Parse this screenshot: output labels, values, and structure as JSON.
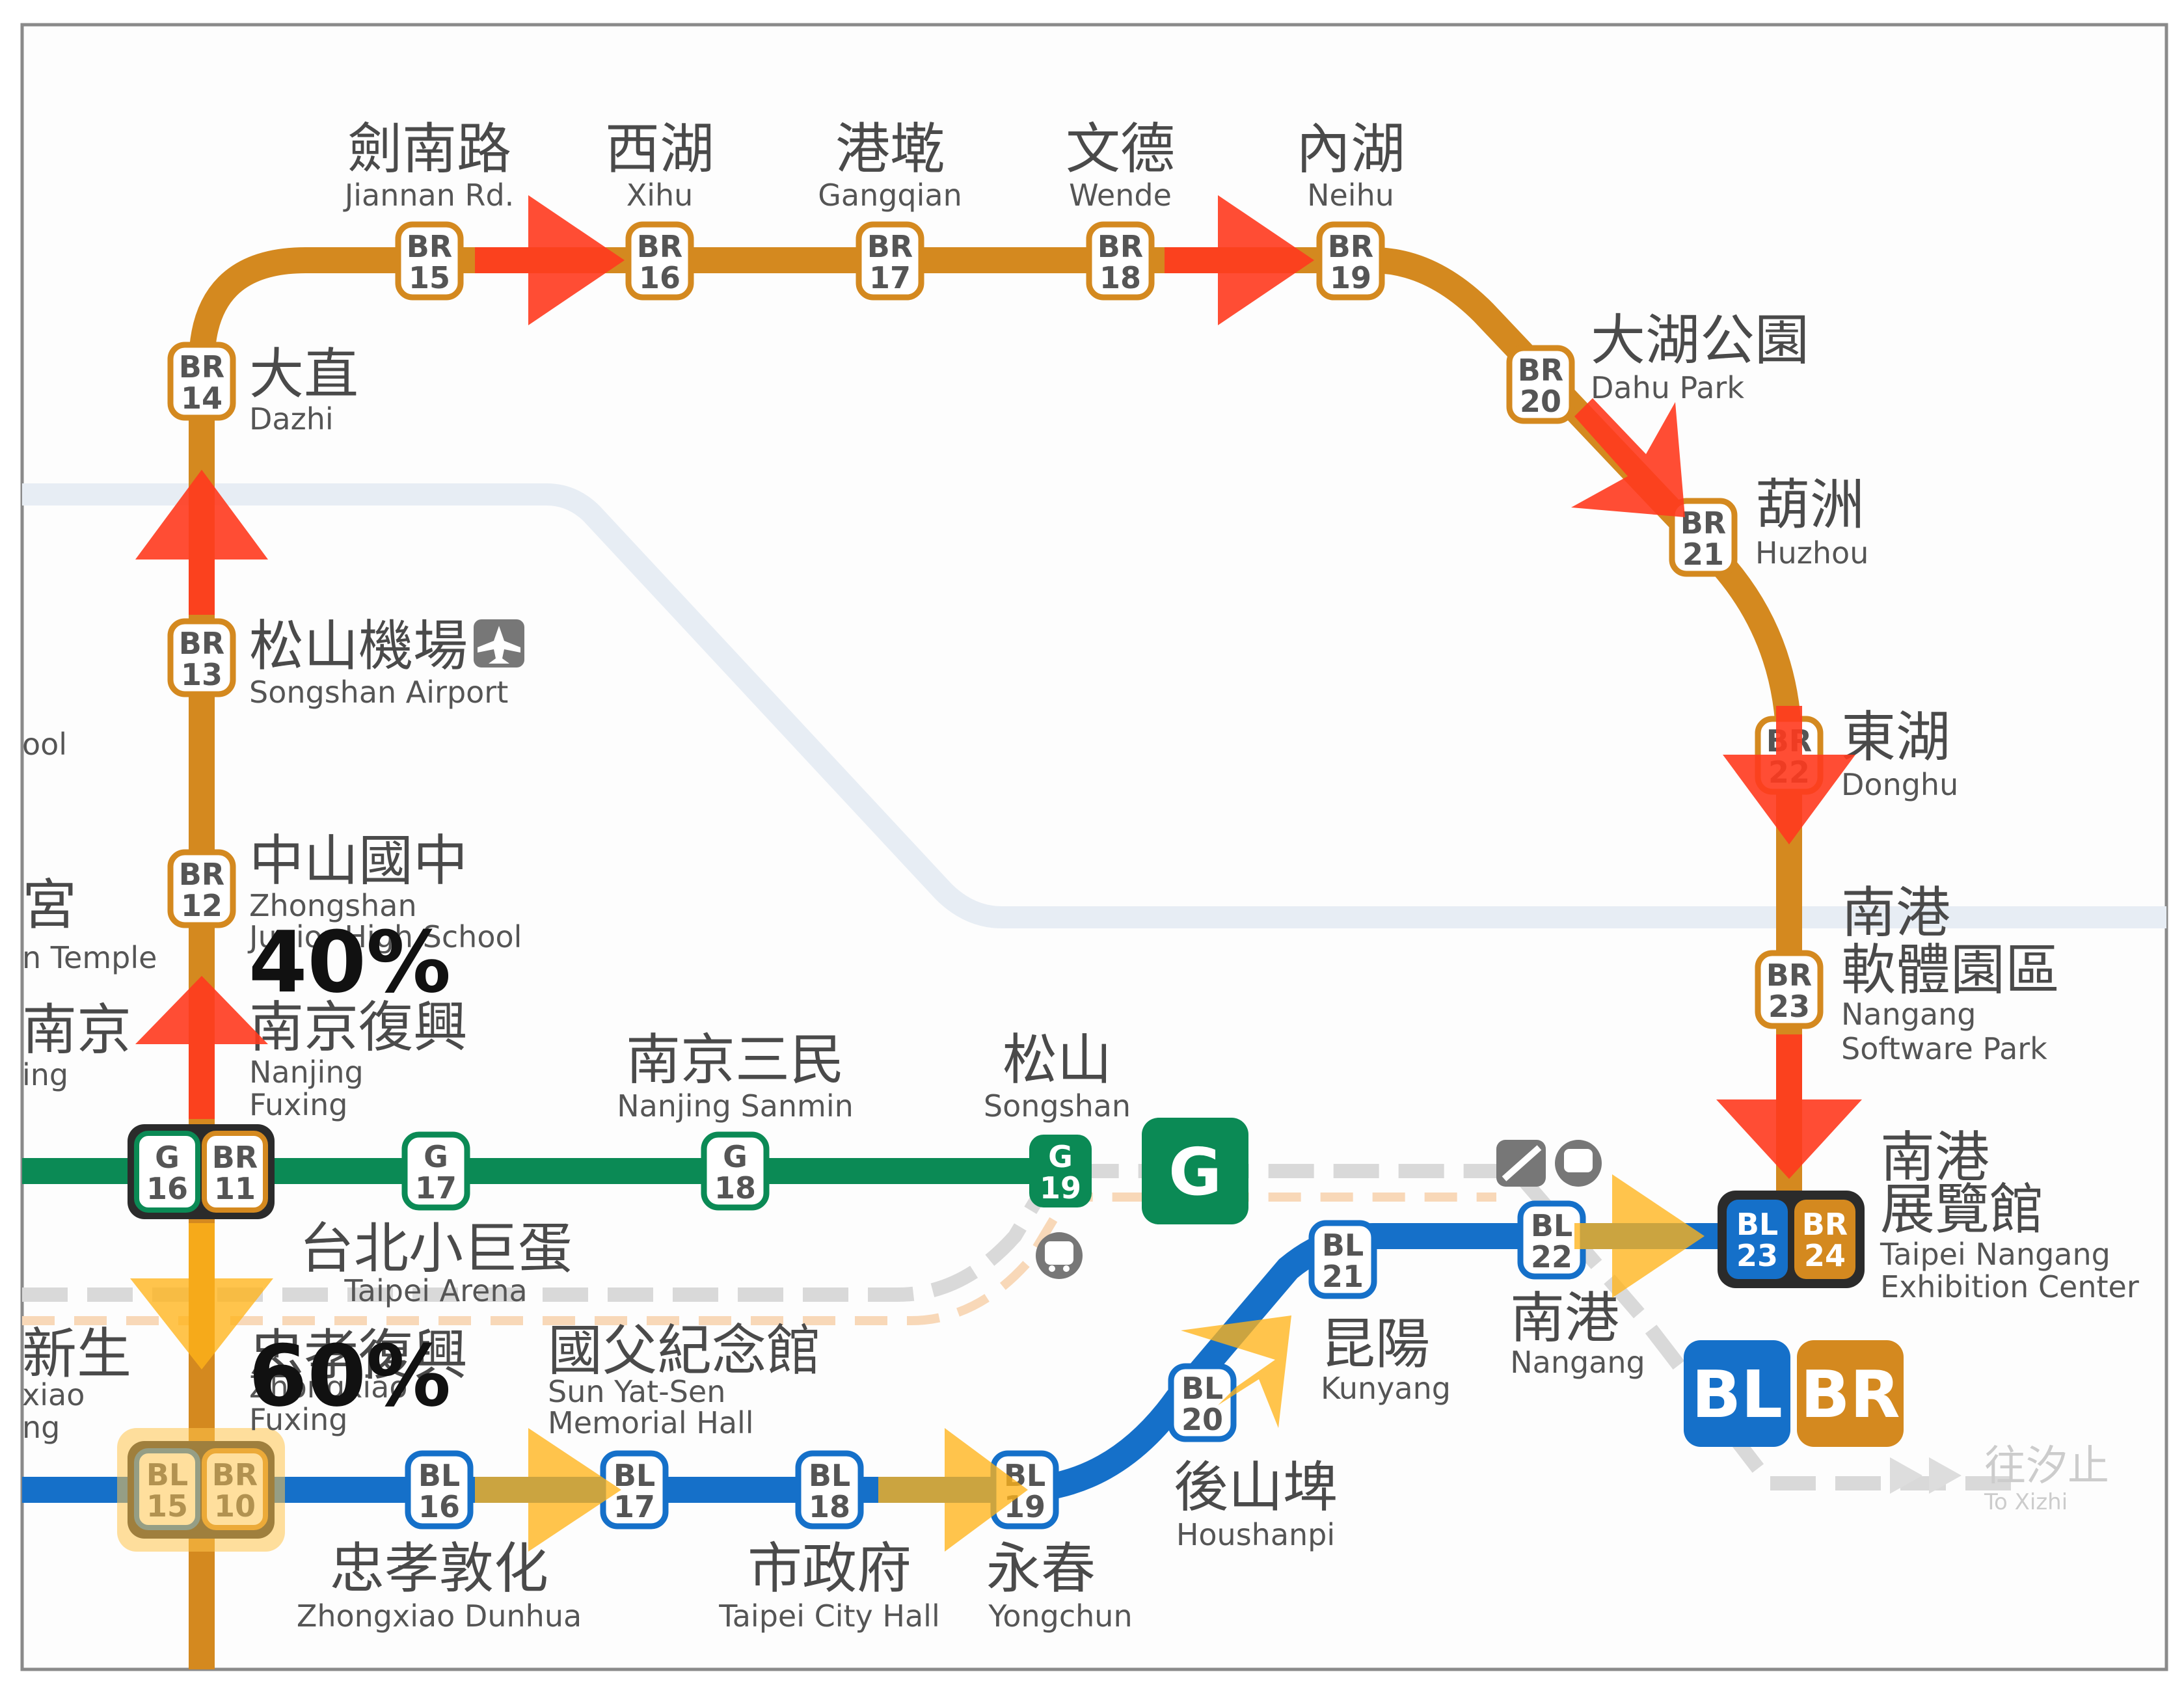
{
  "colors": {
    "brown_line": "#D4891F",
    "blue_line": "#1570C9",
    "green_line": "#0B8A55",
    "red_arrow": "#FF3A1E",
    "yellow_arrow": "#FFB31A",
    "ghost_line": "#E7EDF4"
  },
  "stations": {
    "br14": {
      "zh": "大直",
      "en": "Dazhi",
      "code": [
        "BR",
        "14"
      ]
    },
    "br15": {
      "zh": "劍南路",
      "en": "Jiannan Rd.",
      "code": [
        "BR",
        "15"
      ]
    },
    "br16": {
      "zh": "西湖",
      "en": "Xihu",
      "code": [
        "BR",
        "16"
      ]
    },
    "br17": {
      "zh": "港墘",
      "en": "Gangqian",
      "code": [
        "BR",
        "17"
      ]
    },
    "br18": {
      "zh": "文德",
      "en": "Wende",
      "code": [
        "BR",
        "18"
      ]
    },
    "br19": {
      "zh": "內湖",
      "en": "Neihu",
      "code": [
        "BR",
        "19"
      ]
    },
    "br20": {
      "zh": "大湖公園",
      "en": "Dahu Park",
      "code": [
        "BR",
        "20"
      ]
    },
    "br21": {
      "zh": "葫洲",
      "en": "Huzhou",
      "code": [
        "BR",
        "21"
      ]
    },
    "br22": {
      "zh": "東湖",
      "en": "Donghu",
      "code": [
        "BR",
        "22"
      ]
    },
    "br23": {
      "zh1": "南港",
      "zh2": "軟體園區",
      "en1": "Nangang",
      "en2": "Software Park",
      "code": [
        "BR",
        "23"
      ]
    },
    "br13": {
      "zh": "松山機場",
      "en": "Songshan Airport",
      "code": [
        "BR",
        "13"
      ]
    },
    "br12": {
      "zh": "中山國中",
      "en1": "Zhongshan",
      "en2": "Junior High School",
      "code": [
        "BR",
        "12"
      ]
    },
    "g16br11": {
      "zh": "南京復興",
      "en1": "Nanjing",
      "en2": "Fuxing",
      "code_g": [
        "G",
        "16"
      ],
      "code_br": [
        "BR",
        "11"
      ]
    },
    "g17": {
      "zh": "台北小巨蛋",
      "en": "Taipei Arena",
      "code": [
        "G",
        "17"
      ]
    },
    "g18": {
      "zh": "南京三民",
      "en": "Nanjing Sanmin",
      "code": [
        "G",
        "18"
      ]
    },
    "g19": {
      "zh": "松山",
      "en": "Songshan",
      "code": [
        "G",
        "19"
      ]
    },
    "bl15br10": {
      "zh": "忠孝復興",
      "en1": "Zhongxiao",
      "en2": "Fuxing",
      "code_bl": [
        "BL",
        "15"
      ],
      "code_br": [
        "BR",
        "10"
      ]
    },
    "bl16": {
      "zh": "忠孝敦化",
      "en": "Zhongxiao Dunhua",
      "code": [
        "BL",
        "16"
      ]
    },
    "bl17": {
      "zh1": "國父紀念館",
      "en1": "Sun Yat-Sen",
      "en2": "Memorial Hall",
      "code": [
        "BL",
        "17"
      ]
    },
    "bl18": {
      "zh": "市政府",
      "en": "Taipei City Hall",
      "code": [
        "BL",
        "18"
      ]
    },
    "bl19": {
      "zh": "永春",
      "en": "Yongchun",
      "code": [
        "BL",
        "19"
      ]
    },
    "bl20": {
      "zh": "後山埤",
      "en": "Houshanpi",
      "code": [
        "BL",
        "20"
      ]
    },
    "bl21": {
      "zh": "昆陽",
      "en": "Kunyang",
      "code": [
        "BL",
        "21"
      ]
    },
    "bl22": {
      "zh": "南港",
      "en": "Nangang",
      "code": [
        "BL",
        "22"
      ]
    },
    "bl23br24": {
      "zh1": "南港",
      "zh2": "展覽館",
      "en1": "Taipei Nangang",
      "en2": "Exhibition Center",
      "code_bl": [
        "BL",
        "23"
      ],
      "code_br": [
        "BR",
        "24"
      ]
    }
  },
  "edge_fragments": {
    "left_ool": "ool",
    "left_gong": "宮",
    "left_temple": "n Temple",
    "left_nanjing": "南京",
    "left_ing": "ing",
    "left_xinsheng": "新生",
    "left_xiao": "xiao",
    "left_ng": "ng"
  },
  "line_badges": {
    "g": "G",
    "bl": "BL",
    "br": "BR"
  },
  "to_xizhi": {
    "zh": "往汐止",
    "en": "To Xizhi"
  },
  "percentages": {
    "up": "40%",
    "down": "60%"
  }
}
